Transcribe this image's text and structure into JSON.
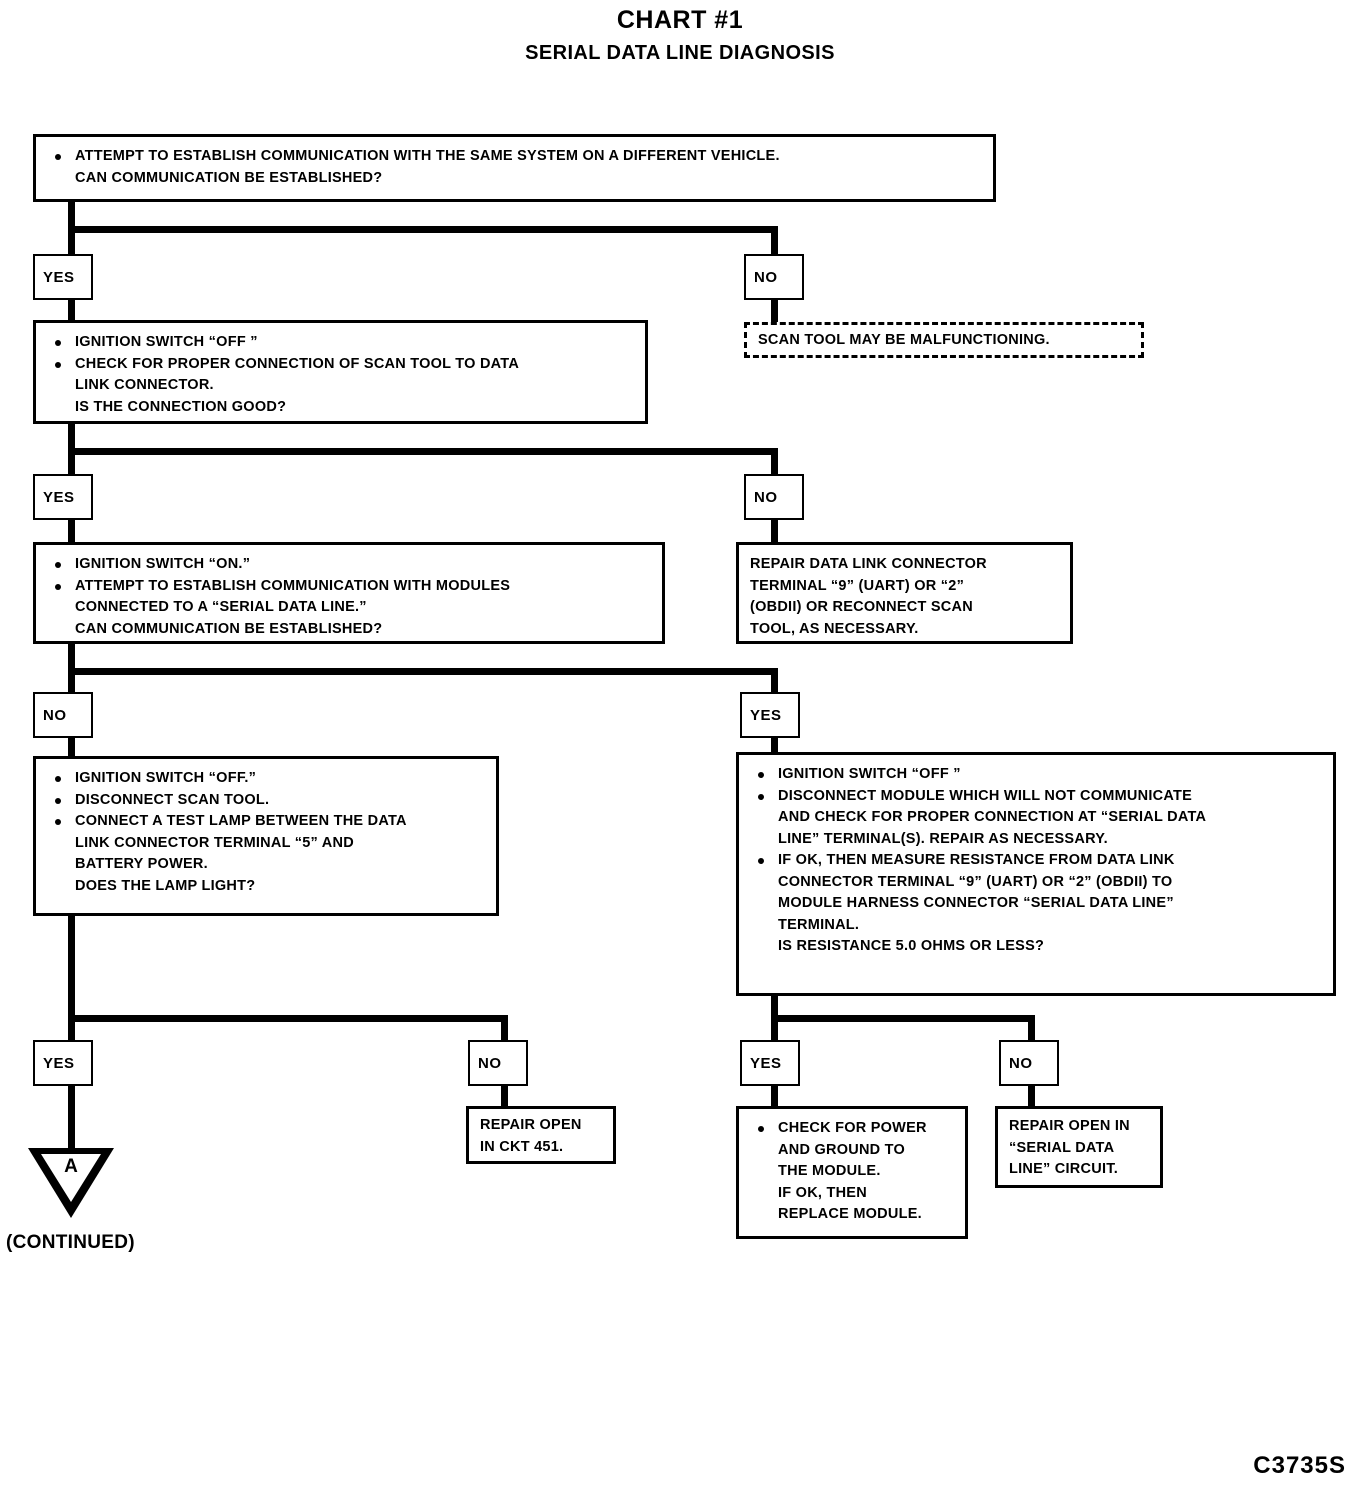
{
  "header": {
    "title": "CHART #1",
    "subtitle": "SERIAL DATA LINE DIAGNOSIS"
  },
  "footer": {
    "code": "C3735S",
    "continued": "(CONTINUED)"
  },
  "labels": {
    "yes": "YES",
    "no": "NO",
    "connector_a": "A"
  },
  "chart_data": {
    "type": "diagram",
    "title": "CHART #1 — SERIAL DATA LINE DIAGNOSIS",
    "nodes": [
      {
        "id": "step1",
        "kind": "decision",
        "lines": [
          {
            "bullet": true,
            "text": "ATTEMPT TO ESTABLISH COMMUNICATION WITH THE SAME SYSTEM ON A DIFFERENT VEHICLE."
          },
          {
            "bullet": false,
            "text": "CAN COMMUNICATION BE ESTABLISHED?"
          }
        ]
      },
      {
        "id": "step2",
        "kind": "decision",
        "lines": [
          {
            "bullet": true,
            "text": "IGNITION SWITCH “OFF ”"
          },
          {
            "bullet": true,
            "text": "CHECK FOR PROPER CONNECTION OF SCAN TOOL TO DATA"
          },
          {
            "bullet": false,
            "text": "LINK CONNECTOR."
          },
          {
            "bullet": false,
            "text": "IS THE CONNECTION GOOD?"
          }
        ]
      },
      {
        "id": "scan_tool_malfunction",
        "kind": "terminal-dashed",
        "lines": [
          {
            "bullet": false,
            "text": "SCAN TOOL MAY BE MALFUNCTIONING."
          }
        ]
      },
      {
        "id": "step3",
        "kind": "decision",
        "lines": [
          {
            "bullet": true,
            "text": "IGNITION SWITCH “ON.”"
          },
          {
            "bullet": true,
            "text": "ATTEMPT TO ESTABLISH COMMUNICATION WITH MODULES"
          },
          {
            "bullet": false,
            "text": "CONNECTED TO A “SERIAL DATA LINE.”"
          },
          {
            "bullet": false,
            "text": "CAN COMMUNICATION BE ESTABLISHED?"
          }
        ]
      },
      {
        "id": "repair_dlc",
        "kind": "terminal",
        "lines": [
          {
            "bullet": false,
            "text": "REPAIR DATA LINK CONNECTOR"
          },
          {
            "bullet": false,
            "text": "TERMINAL “9” (UART) OR “2”"
          },
          {
            "bullet": false,
            "text": "(OBDII) OR RECONNECT SCAN"
          },
          {
            "bullet": false,
            "text": "TOOL, AS NECESSARY."
          }
        ]
      },
      {
        "id": "step4",
        "kind": "decision",
        "lines": [
          {
            "bullet": true,
            "text": "IGNITION SWITCH “OFF.”"
          },
          {
            "bullet": true,
            "text": "DISCONNECT SCAN TOOL."
          },
          {
            "bullet": true,
            "text": "CONNECT A TEST LAMP BETWEEN THE DATA"
          },
          {
            "bullet": false,
            "text": "LINK CONNECTOR TERMINAL “5” AND"
          },
          {
            "bullet": false,
            "text": "BATTERY POWER."
          },
          {
            "bullet": false,
            "text": "DOES THE LAMP LIGHT?"
          }
        ]
      },
      {
        "id": "step5",
        "kind": "decision",
        "lines": [
          {
            "bullet": true,
            "text": "IGNITION SWITCH “OFF ”"
          },
          {
            "bullet": true,
            "text": "DISCONNECT MODULE WHICH WILL NOT COMMUNICATE"
          },
          {
            "bullet": false,
            "text": "AND CHECK FOR PROPER CONNECTION AT “SERIAL DATA"
          },
          {
            "bullet": false,
            "text": "LINE” TERMINAL(S).  REPAIR AS NECESSARY."
          },
          {
            "bullet": true,
            "text": "IF OK, THEN MEASURE RESISTANCE FROM DATA LINK"
          },
          {
            "bullet": false,
            "text": "CONNECTOR TERMINAL “9” (UART) OR “2” (OBDII) TO"
          },
          {
            "bullet": false,
            "text": "MODULE HARNESS CONNECTOR “SERIAL DATA LINE”"
          },
          {
            "bullet": false,
            "text": "TERMINAL."
          },
          {
            "bullet": false,
            "text": "IS RESISTANCE 5.0 OHMS OR LESS?"
          }
        ]
      },
      {
        "id": "repair_ckt451",
        "kind": "terminal",
        "lines": [
          {
            "bullet": false,
            "text": "REPAIR OPEN"
          },
          {
            "bullet": false,
            "text": "IN CKT 451."
          }
        ]
      },
      {
        "id": "check_power_ground",
        "kind": "terminal",
        "lines": [
          {
            "bullet": true,
            "text": "CHECK FOR POWER"
          },
          {
            "bullet": false,
            "text": "AND GROUND TO"
          },
          {
            "bullet": false,
            "text": "THE MODULE."
          },
          {
            "bullet": false,
            "text": "IF OK, THEN"
          },
          {
            "bullet": false,
            "text": "REPLACE MODULE."
          }
        ]
      },
      {
        "id": "repair_sdl",
        "kind": "terminal",
        "lines": [
          {
            "bullet": false,
            "text": "REPAIR OPEN IN"
          },
          {
            "bullet": false,
            "text": "“SERIAL DATA"
          },
          {
            "bullet": false,
            "text": "LINE” CIRCUIT."
          }
        ]
      },
      {
        "id": "connector_a",
        "kind": "offpage-connector",
        "lines": [
          {
            "bullet": false,
            "text": "A"
          }
        ]
      }
    ],
    "edges": [
      {
        "from": "step1",
        "label": "YES",
        "to": "step2"
      },
      {
        "from": "step1",
        "label": "NO",
        "to": "scan_tool_malfunction"
      },
      {
        "from": "step2",
        "label": "YES",
        "to": "step3"
      },
      {
        "from": "step2",
        "label": "NO",
        "to": "repair_dlc"
      },
      {
        "from": "step3",
        "label": "NO",
        "to": "step4"
      },
      {
        "from": "step3",
        "label": "YES",
        "to": "step5"
      },
      {
        "from": "step4",
        "label": "YES",
        "to": "connector_a"
      },
      {
        "from": "step4",
        "label": "NO",
        "to": "repair_ckt451"
      },
      {
        "from": "step5",
        "label": "YES",
        "to": "check_power_ground"
      },
      {
        "from": "step5",
        "label": "NO",
        "to": "repair_sdl"
      }
    ]
  }
}
